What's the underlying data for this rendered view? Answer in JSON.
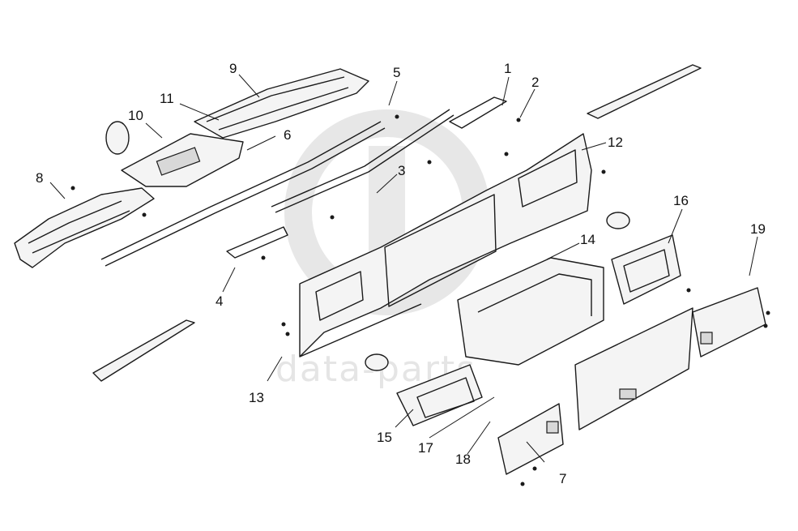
{
  "watermark": {
    "text": "data-parts"
  },
  "callouts": [
    "1",
    "2",
    "3",
    "4",
    "5",
    "6",
    "7",
    "8",
    "9",
    "10",
    "11",
    "12",
    "13",
    "14",
    "15",
    "16",
    "17",
    "18",
    "19"
  ],
  "colors": {
    "line": "#1a1a1a",
    "watermark": "#d4d4d4",
    "background": "#ffffff"
  }
}
